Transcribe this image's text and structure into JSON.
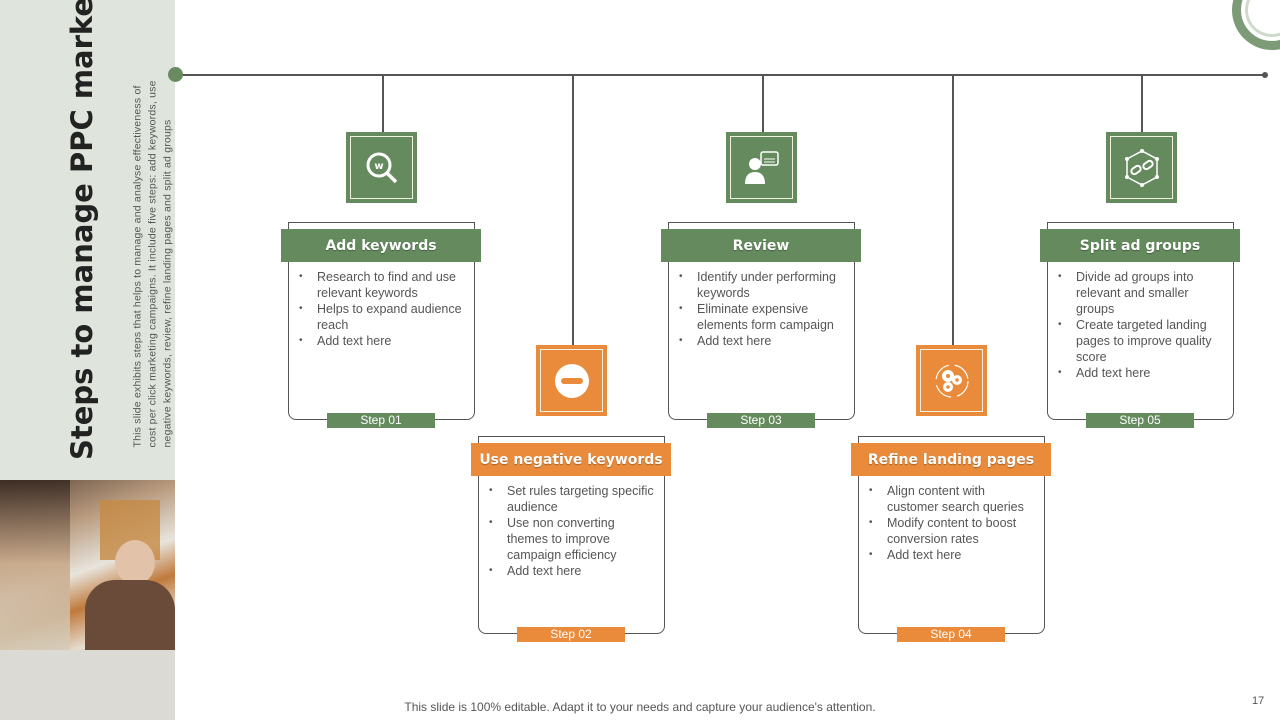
{
  "sidebar": {
    "title": "Steps to manage PPC marketing campaigns",
    "description": "This slide exhibits steps that helps to manage and analyse effectiveness of cost per click marketing campaigns. It include five steps: add keywords, use negative keywords, review, refine landing pages and split ad groups"
  },
  "colors": {
    "green": "#648a5e",
    "orange": "#e98b3b",
    "sidebar_bg": "#dfe5dd"
  },
  "steps": [
    {
      "title": "Add keywords",
      "step": "Step 01",
      "icon": "keyword-search-icon",
      "color": "green",
      "bullets": [
        "Research to find and use relevant  keywords",
        "Helps to expand audience reach",
        "Add text here"
      ]
    },
    {
      "title": "Use negative keywords",
      "step": "Step 02",
      "icon": "minus-circle-icon",
      "color": "orange",
      "bullets": [
        "Set rules targeting specific audience",
        "Use non converting themes to improve campaign efficiency",
        "Add text here"
      ]
    },
    {
      "title": "Review",
      "step": "Step 03",
      "icon": "person-review-icon",
      "color": "green",
      "bullets": [
        "Identify under performing keywords",
        "Eliminate expensive elements form campaign",
        "Add text here"
      ]
    },
    {
      "title": "Refine landing pages",
      "step": "Step 04",
      "icon": "gears-icon",
      "color": "orange",
      "bullets": [
        "Align content with customer search queries",
        "Modify content to boost conversion  rates",
        "Add text here"
      ]
    },
    {
      "title": "Split ad groups",
      "step": "Step 05",
      "icon": "split-link-icon",
      "color": "green",
      "bullets": [
        "Divide ad groups into relevant  and smaller groups",
        "Create targeted landing pages to improve quality score",
        "Add text here"
      ]
    }
  ],
  "footer": "This slide is 100% editable. Adapt it to your needs and capture your audience's attention.",
  "page_number": "17"
}
